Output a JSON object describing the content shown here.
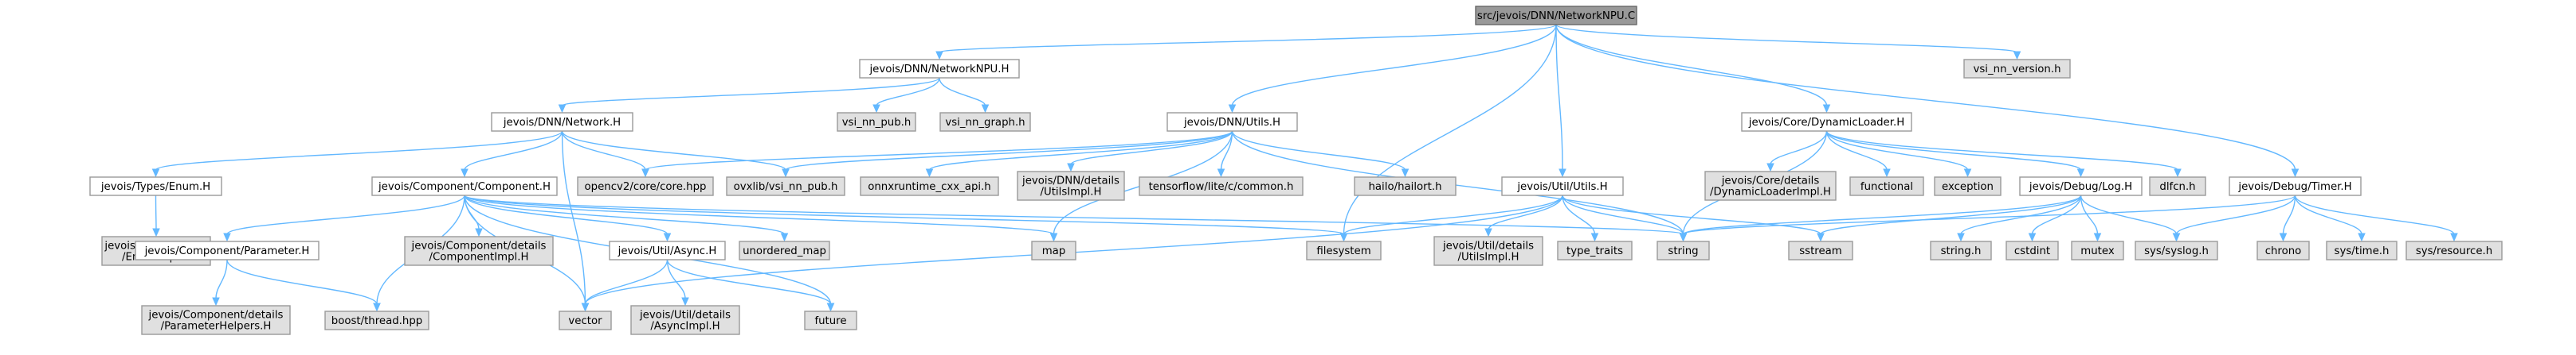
{
  "title": "src/jevois/DNN/NetworkNPU.C",
  "colors": {
    "edge": "#63b8ff",
    "root_fill": "#999999",
    "header_fill": "#ffffff",
    "system_fill": "#e0e0e0",
    "border": "#999999"
  },
  "nodes": [
    {
      "id": "root",
      "lines": [
        "src/jevois/DNN/NetworkNPU.C"
      ],
      "kind": "root"
    },
    {
      "id": "netnpu_h",
      "lines": [
        "jevois/DNN/NetworkNPU.H"
      ],
      "kind": "header"
    },
    {
      "id": "vsi_nn_version",
      "lines": [
        "vsi_nn_version.h"
      ],
      "kind": "sys"
    },
    {
      "id": "network_h",
      "lines": [
        "jevois/DNN/Network.H"
      ],
      "kind": "header"
    },
    {
      "id": "vsi_nn_pub",
      "lines": [
        "vsi_nn_pub.h"
      ],
      "kind": "sys"
    },
    {
      "id": "vsi_nn_graph",
      "lines": [
        "vsi_nn_graph.h"
      ],
      "kind": "sys"
    },
    {
      "id": "utils_h",
      "lines": [
        "jevois/DNN/Utils.H"
      ],
      "kind": "header"
    },
    {
      "id": "dynloader_h",
      "lines": [
        "jevois/Core/DynamicLoader.H"
      ],
      "kind": "header"
    },
    {
      "id": "enum_h",
      "lines": [
        "jevois/Types/Enum.H"
      ],
      "kind": "header"
    },
    {
      "id": "component_h",
      "lines": [
        "jevois/Component/Component.H"
      ],
      "kind": "header"
    },
    {
      "id": "opencv_core",
      "lines": [
        "opencv2/core/core.hpp"
      ],
      "kind": "sys"
    },
    {
      "id": "ovxlib",
      "lines": [
        "ovxlib/vsi_nn_pub.h"
      ],
      "kind": "sys"
    },
    {
      "id": "onnxruntime",
      "lines": [
        "onnxruntime_cxx_api.h"
      ],
      "kind": "sys"
    },
    {
      "id": "dnn_utilsimpl",
      "lines": [
        "jevois/DNN/details",
        "/UtilsImpl.H"
      ],
      "kind": "sys"
    },
    {
      "id": "tflite",
      "lines": [
        "tensorflow/lite/c/common.h"
      ],
      "kind": "sys"
    },
    {
      "id": "hailort",
      "lines": [
        "hailo/hailort.h"
      ],
      "kind": "sys"
    },
    {
      "id": "util_utils_h",
      "lines": [
        "jevois/Util/Utils.H"
      ],
      "kind": "header"
    },
    {
      "id": "dynloaderimpl",
      "lines": [
        "jevois/Core/details",
        "/DynamicLoaderImpl.H"
      ],
      "kind": "sys"
    },
    {
      "id": "functional",
      "lines": [
        "functional"
      ],
      "kind": "sys"
    },
    {
      "id": "exception",
      "lines": [
        "exception"
      ],
      "kind": "sys"
    },
    {
      "id": "log_h",
      "lines": [
        "jevois/Debug/Log.H"
      ],
      "kind": "header"
    },
    {
      "id": "dlfcn",
      "lines": [
        "dlfcn.h"
      ],
      "kind": "sys"
    },
    {
      "id": "timer_h",
      "lines": [
        "jevois/Debug/Timer.H"
      ],
      "kind": "header"
    },
    {
      "id": "enumimpl",
      "lines": [
        "jevois/Types/details",
        "/EnumImpl.H"
      ],
      "kind": "sys"
    },
    {
      "id": "parameter_h",
      "lines": [
        "jevois/Component/Parameter.H"
      ],
      "kind": "header"
    },
    {
      "id": "componentimpl",
      "lines": [
        "jevois/Component/details",
        "/ComponentImpl.H"
      ],
      "kind": "sys"
    },
    {
      "id": "async_h",
      "lines": [
        "jevois/Util/Async.H"
      ],
      "kind": "header"
    },
    {
      "id": "unordered_map",
      "lines": [
        "unordered_map"
      ],
      "kind": "sys"
    },
    {
      "id": "map",
      "lines": [
        "map"
      ],
      "kind": "sys"
    },
    {
      "id": "filesystem",
      "lines": [
        "filesystem"
      ],
      "kind": "sys"
    },
    {
      "id": "util_utilsimpl",
      "lines": [
        "jevois/Util/details",
        "/UtilsImpl.H"
      ],
      "kind": "sys"
    },
    {
      "id": "type_traits",
      "lines": [
        "type_traits"
      ],
      "kind": "sys"
    },
    {
      "id": "string",
      "lines": [
        "string"
      ],
      "kind": "sys"
    },
    {
      "id": "sstream",
      "lines": [
        "sstream"
      ],
      "kind": "sys"
    },
    {
      "id": "string_h",
      "lines": [
        "string.h"
      ],
      "kind": "sys"
    },
    {
      "id": "cstdint",
      "lines": [
        "cstdint"
      ],
      "kind": "sys"
    },
    {
      "id": "mutex",
      "lines": [
        "mutex"
      ],
      "kind": "sys"
    },
    {
      "id": "syslog",
      "lines": [
        "sys/syslog.h"
      ],
      "kind": "sys"
    },
    {
      "id": "chrono",
      "lines": [
        "chrono"
      ],
      "kind": "sys"
    },
    {
      "id": "systime",
      "lines": [
        "sys/time.h"
      ],
      "kind": "sys"
    },
    {
      "id": "sysresource",
      "lines": [
        "sys/resource.h"
      ],
      "kind": "sys"
    },
    {
      "id": "paramhelpers",
      "lines": [
        "jevois/Component/details",
        "/ParameterHelpers.H"
      ],
      "kind": "sys"
    },
    {
      "id": "boost_thread",
      "lines": [
        "boost/thread.hpp"
      ],
      "kind": "sys"
    },
    {
      "id": "vector",
      "lines": [
        "vector"
      ],
      "kind": "sys"
    },
    {
      "id": "asyncimpl",
      "lines": [
        "jevois/Util/details",
        "/AsyncImpl.H"
      ],
      "kind": "sys"
    },
    {
      "id": "future",
      "lines": [
        "future"
      ],
      "kind": "sys"
    }
  ],
  "edges": [
    [
      "root",
      "netnpu_h"
    ],
    [
      "root",
      "vsi_nn_version"
    ],
    [
      "root",
      "utils_h"
    ],
    [
      "root",
      "dynloader_h"
    ],
    [
      "root",
      "util_utils_h"
    ],
    [
      "root",
      "filesystem"
    ],
    [
      "root",
      "timer_h"
    ],
    [
      "netnpu_h",
      "network_h"
    ],
    [
      "netnpu_h",
      "vsi_nn_pub"
    ],
    [
      "netnpu_h",
      "vsi_nn_graph"
    ],
    [
      "network_h",
      "enum_h"
    ],
    [
      "network_h",
      "component_h"
    ],
    [
      "network_h",
      "opencv_core"
    ],
    [
      "network_h",
      "ovxlib"
    ],
    [
      "network_h",
      "vector"
    ],
    [
      "enum_h",
      "enumimpl"
    ],
    [
      "component_h",
      "parameter_h"
    ],
    [
      "component_h",
      "componentimpl"
    ],
    [
      "component_h",
      "async_h"
    ],
    [
      "component_h",
      "unordered_map"
    ],
    [
      "component_h",
      "map"
    ],
    [
      "component_h",
      "filesystem"
    ],
    [
      "component_h",
      "string"
    ],
    [
      "component_h",
      "boost_thread"
    ],
    [
      "component_h",
      "vector"
    ],
    [
      "component_h",
      "future"
    ],
    [
      "parameter_h",
      "paramhelpers"
    ],
    [
      "parameter_h",
      "boost_thread"
    ],
    [
      "async_h",
      "vector"
    ],
    [
      "async_h",
      "asyncimpl"
    ],
    [
      "async_h",
      "future"
    ],
    [
      "utils_h",
      "opencv_core"
    ],
    [
      "utils_h",
      "ovxlib"
    ],
    [
      "utils_h",
      "onnxruntime"
    ],
    [
      "utils_h",
      "dnn_utilsimpl"
    ],
    [
      "utils_h",
      "tflite"
    ],
    [
      "utils_h",
      "hailort"
    ],
    [
      "utils_h",
      "map"
    ],
    [
      "utils_h",
      "string"
    ],
    [
      "util_utils_h",
      "filesystem"
    ],
    [
      "util_utils_h",
      "util_utilsimpl"
    ],
    [
      "util_utils_h",
      "type_traits"
    ],
    [
      "util_utils_h",
      "string"
    ],
    [
      "util_utils_h",
      "sstream"
    ],
    [
      "util_utils_h",
      "vector"
    ],
    [
      "dynloader_h",
      "dynloaderimpl"
    ],
    [
      "dynloader_h",
      "functional"
    ],
    [
      "dynloader_h",
      "exception"
    ],
    [
      "dynloader_h",
      "log_h"
    ],
    [
      "dynloader_h",
      "dlfcn"
    ],
    [
      "dynloader_h",
      "string"
    ],
    [
      "log_h",
      "string_h"
    ],
    [
      "log_h",
      "cstdint"
    ],
    [
      "log_h",
      "mutex"
    ],
    [
      "log_h",
      "syslog"
    ],
    [
      "log_h",
      "sstream"
    ],
    [
      "log_h",
      "string"
    ],
    [
      "timer_h",
      "string"
    ],
    [
      "timer_h",
      "chrono"
    ],
    [
      "timer_h",
      "systime"
    ],
    [
      "timer_h",
      "sysresource"
    ],
    [
      "timer_h",
      "syslog"
    ]
  ]
}
